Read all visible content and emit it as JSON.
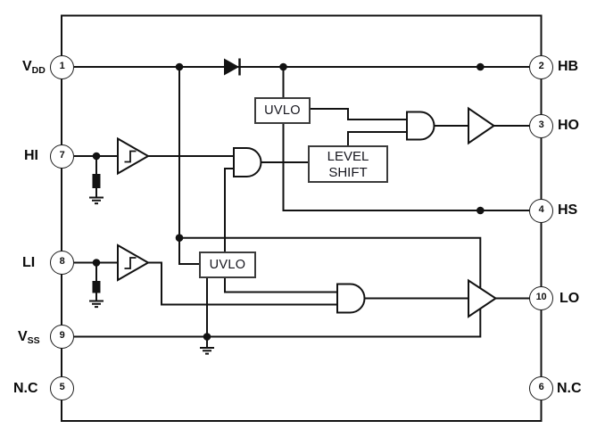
{
  "diagram": {
    "background": "#ffffff",
    "line_color": "#121212",
    "pins": {
      "left": [
        {
          "number": "1",
          "label": "V",
          "sub": "DD"
        },
        {
          "number": "7",
          "label": "HI",
          "sub": ""
        },
        {
          "number": "8",
          "label": "LI",
          "sub": ""
        },
        {
          "number": "9",
          "label": "V",
          "sub": "SS"
        },
        {
          "number": "5",
          "label": "N.C",
          "sub": ""
        }
      ],
      "right": [
        {
          "number": "2",
          "label": "HB"
        },
        {
          "number": "3",
          "label": "HO"
        },
        {
          "number": "4",
          "label": "HS"
        },
        {
          "number": "10",
          "label": "LO"
        },
        {
          "number": "6",
          "label": "N.C"
        }
      ]
    },
    "blocks": {
      "uvlo_high": "UVLO",
      "uvlo_low": "UVLO",
      "level_shift_line1": "LEVEL",
      "level_shift_line2": "SHIFT"
    },
    "symbols": [
      "diode-icon",
      "and-gate-icon",
      "driver-buffer-icon",
      "schmitt-trigger-icon",
      "pulldown-resistor-icon",
      "ground-icon",
      "junction-dot-icon"
    ]
  }
}
